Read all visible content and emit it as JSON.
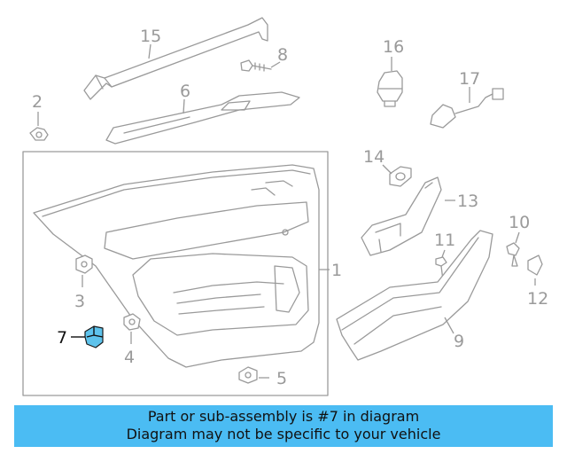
{
  "callouts": {
    "c1": "1",
    "c2": "2",
    "c3": "3",
    "c4": "4",
    "c5": "5",
    "c6": "6",
    "c7": "7",
    "c8": "8",
    "c9": "9",
    "c10": "10",
    "c11": "11",
    "c12": "12",
    "c13": "13",
    "c14": "14",
    "c15": "15",
    "c16": "16",
    "c17": "17"
  },
  "highlighted_part": "7",
  "colors": {
    "highlight": "#5ec3ec",
    "banner": "#4bbcf3",
    "line_art": "#9a9a9a"
  },
  "banner": {
    "line1": "Part or sub-assembly is #7 in diagram",
    "line2": "Diagram may not be specific to your vehicle"
  }
}
